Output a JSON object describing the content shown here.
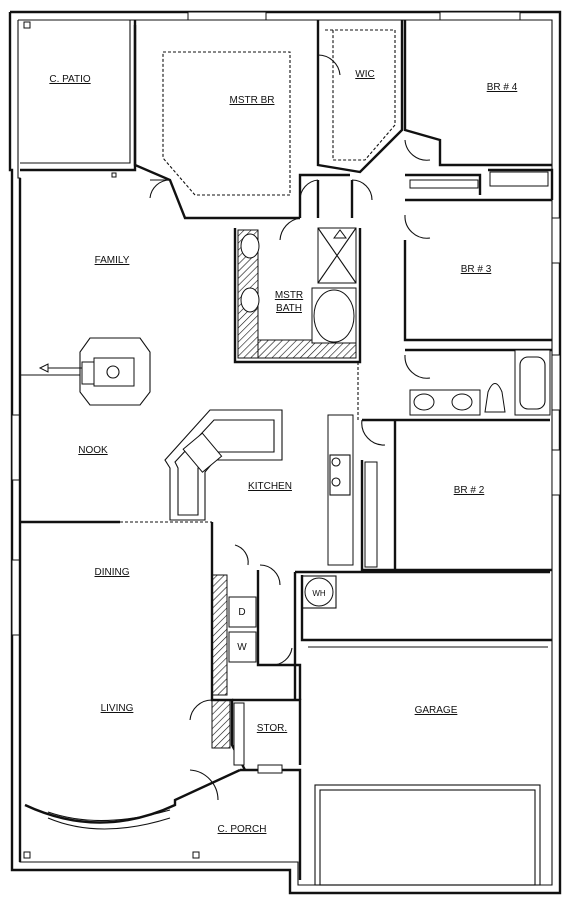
{
  "rooms": {
    "c_patio": "C. PATIO",
    "mstr_br": "MSTR BR",
    "wic": "WIC",
    "br4": "BR # 4",
    "family": "FAMILY",
    "mstr_bath_1": "MSTR",
    "mstr_bath_2": "BATH",
    "br3": "BR # 3",
    "nook": "NOOK",
    "kitchen": "KITCHEN",
    "br2": "BR # 2",
    "dining": "DINING",
    "wh": "WH",
    "dryer": "D",
    "washer": "W",
    "living": "LIVING",
    "stor": "STOR.",
    "garage": "GARAGE",
    "c_porch": "C. PORCH"
  }
}
